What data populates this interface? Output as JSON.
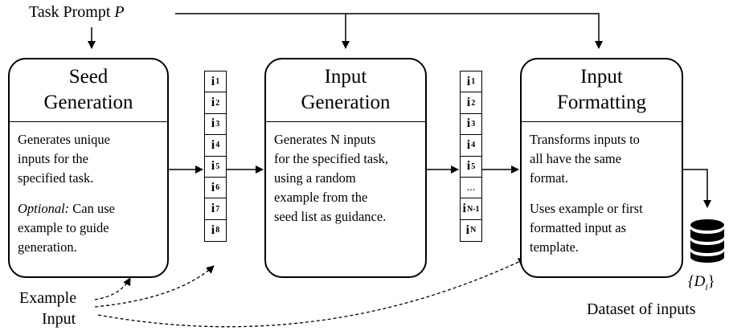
{
  "task_prompt": {
    "label": "Task Prompt",
    "symbol": "P"
  },
  "boxes": [
    {
      "title_line1": "Seed",
      "title_line2": "Generation",
      "desc_lines": [
        "Generates unique",
        "inputs for the",
        "specified task."
      ],
      "optional_prefix": "Optional:",
      "optional_lines": [
        " Can use",
        "example to guide",
        "generation."
      ]
    },
    {
      "title_line1": "Input",
      "title_line2": "Generation",
      "desc_lines": [
        "Generates N inputs",
        "for the specified task,",
        "using a random",
        "example from the",
        "seed list as guidance."
      ]
    },
    {
      "title_line1": "Input",
      "title_line2": "Formatting",
      "desc_lines": [
        "Transforms inputs to",
        "all have the same",
        "format."
      ],
      "desc2_lines": [
        "Uses example or first",
        "formatted input as",
        "template."
      ]
    }
  ],
  "seed_list": {
    "base": "i",
    "subs": [
      "1",
      "2",
      "3",
      "4",
      "5",
      "6",
      "7",
      "8"
    ]
  },
  "input_list": {
    "base": "i",
    "subs": [
      "1",
      "2",
      "3",
      "4",
      "5"
    ],
    "ellipsis": "...",
    "tail_subs": [
      "N-1",
      "N"
    ]
  },
  "example_input": {
    "line1": "Example",
    "line2": "Input"
  },
  "dataset": {
    "symbol": "{D",
    "sub": "i",
    "close": "}",
    "label": "Dataset of inputs"
  },
  "icons": {
    "database": "database-icon"
  }
}
